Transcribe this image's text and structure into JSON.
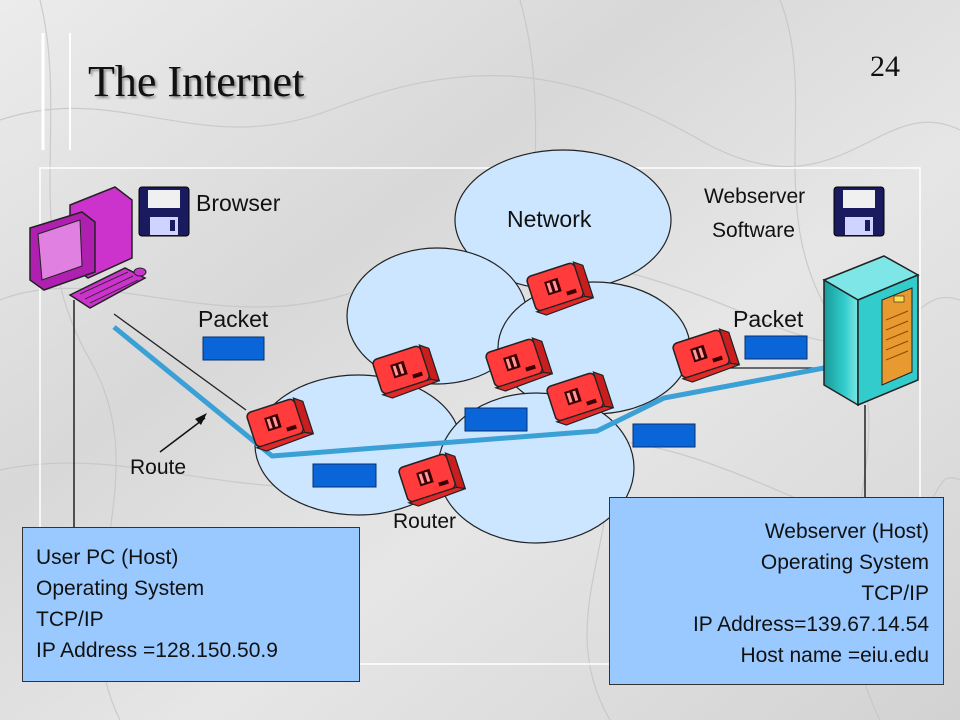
{
  "slide": {
    "title": "The Internet",
    "page_number": "24"
  },
  "labels": {
    "browser": "Browser",
    "network": "Network",
    "webserver_software_line1": "Webserver",
    "webserver_software_line2": "Software",
    "packet_left": "Packet",
    "packet_right": "Packet",
    "route": "Route",
    "router": "Router"
  },
  "user_pc": {
    "lines": [
      "User PC (Host)",
      "Operating System",
      "TCP/IP",
      "IP Address =128.150.50.9"
    ]
  },
  "webserver": {
    "lines": [
      "Webserver (Host)",
      "Operating System",
      "TCP/IP",
      "IP Address=139.67.14.54",
      "Host name =eiu.edu"
    ]
  },
  "colors": {
    "network_cloud": "#cce6ff",
    "router": "#ff3b3b",
    "route_line": "#3aa0d6",
    "packet": "#0a66d8",
    "info_box": "#99c9ff",
    "computer": "#cc33cc",
    "server": "#33cccc"
  }
}
